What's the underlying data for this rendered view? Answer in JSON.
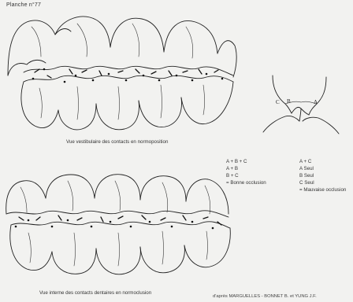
{
  "plate": {
    "title": "Planche n°77"
  },
  "top_figure": {
    "caption": "Vue vestibulaire des contacts en normoposition"
  },
  "bottom_figure": {
    "caption": "Vue interne des contacts dentaires en normoclusion"
  },
  "cusp_diagram": {
    "labels": [
      "C",
      "B",
      "A"
    ]
  },
  "legend": {
    "good": {
      "lines": [
        "A + B + C",
        "A + B",
        "B + C",
        "= Bonne occlusion"
      ]
    },
    "bad": {
      "lines": [
        "A + C",
        "A Seul",
        "B Seul",
        "C Seul",
        "= Mauvaise occlusion"
      ]
    }
  },
  "credit": "d'après MARGUELLES - BONNET B. et YUNG J.F."
}
